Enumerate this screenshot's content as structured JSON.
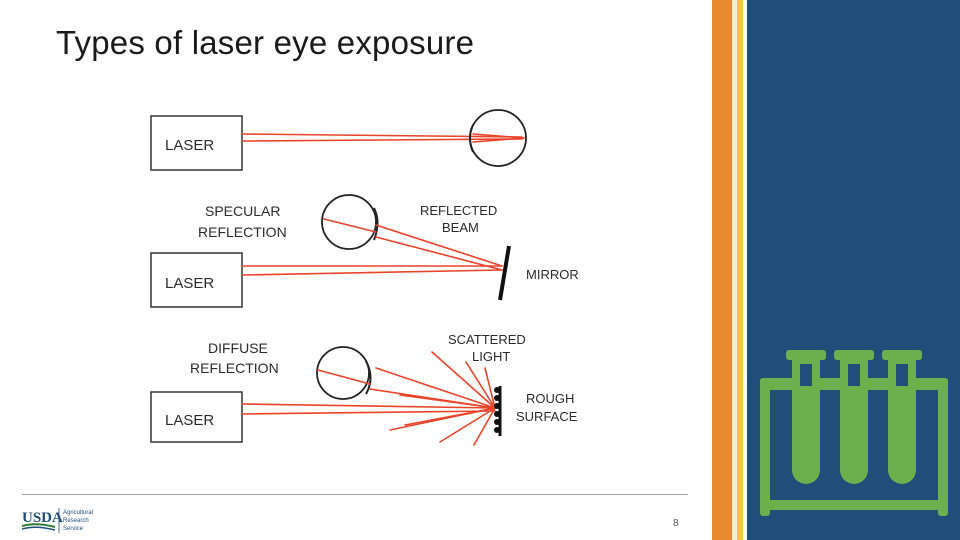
{
  "slide": {
    "title": "Types of laser eye exposure",
    "page_number": "8"
  },
  "diagram": {
    "rows": [
      {
        "laser_label": "LASER"
      },
      {
        "laser_label": "LASER",
        "eye_label_line1": "SPECULAR",
        "eye_label_line2": "REFLECTION",
        "beam_label_line1": "REFLECTED",
        "beam_label_line2": "BEAM",
        "surface_label": "MIRROR"
      },
      {
        "laser_label": "LASER",
        "eye_label_line1": "DIFFUSE",
        "eye_label_line2": "REFLECTION",
        "beam_label_line1": "SCATTERED",
        "beam_label_line2": "LIGHT",
        "surface_label_line1": "ROUGH",
        "surface_label_line2": "SURFACE"
      }
    ],
    "beam_color": "#e8442a"
  },
  "footer": {
    "logo_text": "USDA",
    "logo_sub1": "Agricultural",
    "logo_sub2": "Research",
    "logo_sub3": "Service"
  },
  "side_panel": {
    "colors": {
      "orange": "#ea8a2e",
      "yellow": "#f5c842",
      "light": "#f4ecd0",
      "navy": "#1f4e79",
      "icon_green": "#6ab04c"
    },
    "icon": "test-tubes-rack-icon"
  }
}
